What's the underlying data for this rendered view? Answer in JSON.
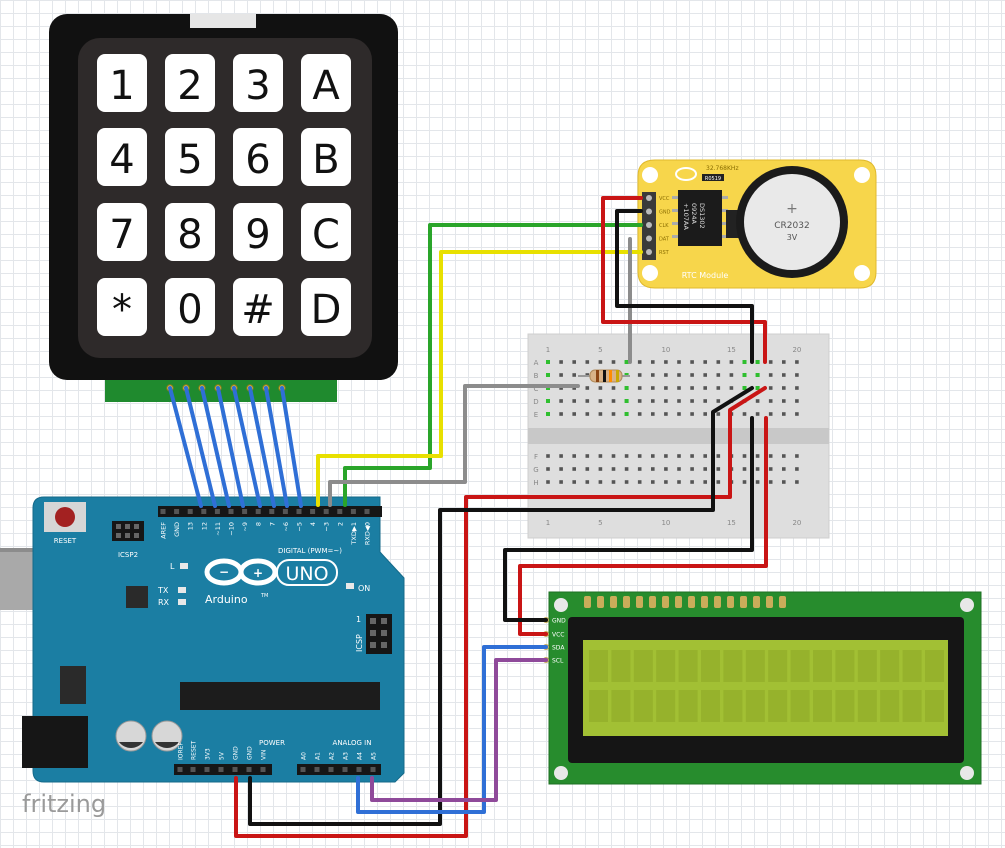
{
  "keypad": {
    "keys": [
      "1",
      "2",
      "3",
      "A",
      "4",
      "5",
      "6",
      "B",
      "7",
      "8",
      "9",
      "C",
      "*",
      "0",
      "#",
      "D"
    ]
  },
  "arduino": {
    "reset": "RESET",
    "icsp2": "ICSP2",
    "digital_label": "DIGITAL (PWM=~)",
    "brand": "Arduino",
    "tm": "TM",
    "model": "UNO",
    "on": "ON",
    "l": "L",
    "tx": "TX",
    "rx": "RX",
    "icsp": "ICSP",
    "one": "1",
    "power": "POWER",
    "analog": "ANALOG IN",
    "header_top": [
      "AREF",
      "GND",
      "13",
      "12",
      "~11",
      "~10",
      "~9",
      "8",
      "7",
      "~6",
      "~5",
      "4",
      "~3",
      "2",
      "TXD▶1",
      "RXD◀0"
    ],
    "header_bottom": [
      "IOREF",
      "RESET",
      "3V3",
      "5V",
      "GND",
      "GND",
      "VIN",
      "A0",
      "A1",
      "A2",
      "A3",
      "A4",
      "A5"
    ]
  },
  "rtc": {
    "crystal": "32.768KHz",
    "resistor": "R0519",
    "chip": [
      "DS1302",
      "0924A",
      "+107AA"
    ],
    "battery_symbol": "+",
    "battery": "CR2032",
    "battery_v": "3V",
    "module": "RTC Module",
    "pins": [
      "VCC",
      "GND",
      "CLK",
      "DAT",
      "RST"
    ]
  },
  "breadboard": {
    "cols": [
      "1",
      "5",
      "10",
      "15",
      "20"
    ],
    "rows_top": [
      "A",
      "B",
      "C",
      "D",
      "E"
    ],
    "rows_bottom": [
      "F",
      "G",
      "H"
    ]
  },
  "lcd": {
    "pins": [
      "GND",
      "VCC",
      "SDA",
      "SCL"
    ]
  },
  "watermark": "fritzing"
}
